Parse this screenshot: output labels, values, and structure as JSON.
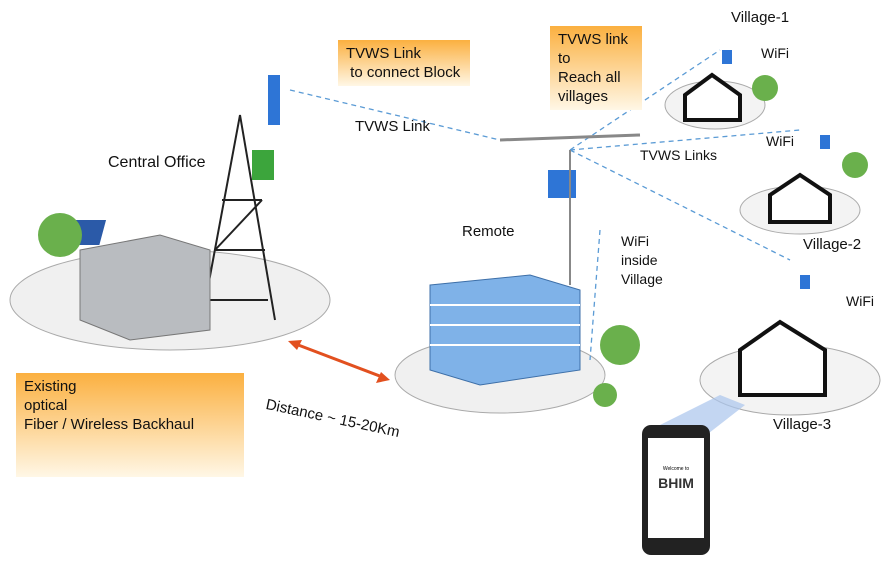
{
  "labels": {
    "central_office": "Central Office",
    "remote": "Remote",
    "tvws_link": "TVWS Link",
    "tvws_links": "TVWS Links",
    "wifi_inside_village": "WiFi\ninside\nVillage",
    "village1": "Village-1",
    "village2": "Village-2",
    "village3": "Village-3",
    "wifi1": "WiFi",
    "wifi2": "WiFi",
    "wifi3": "WiFi",
    "distance": "Distance ~ 15-20Km"
  },
  "notes": {
    "block": "TVWS Link\n to connect Block",
    "villages": "TVWS link\nto\nReach all\nvillages",
    "backhaul": "Existing\noptical\nFiber / Wireless Backhaul"
  },
  "phone": {
    "welcome": "Welcome to",
    "app": "BHIM"
  },
  "colors": {
    "note_orange": "#fbb040",
    "link_dash": "#5b9bd5",
    "arrow": "#e2501f",
    "tree": "#6ab04c"
  }
}
